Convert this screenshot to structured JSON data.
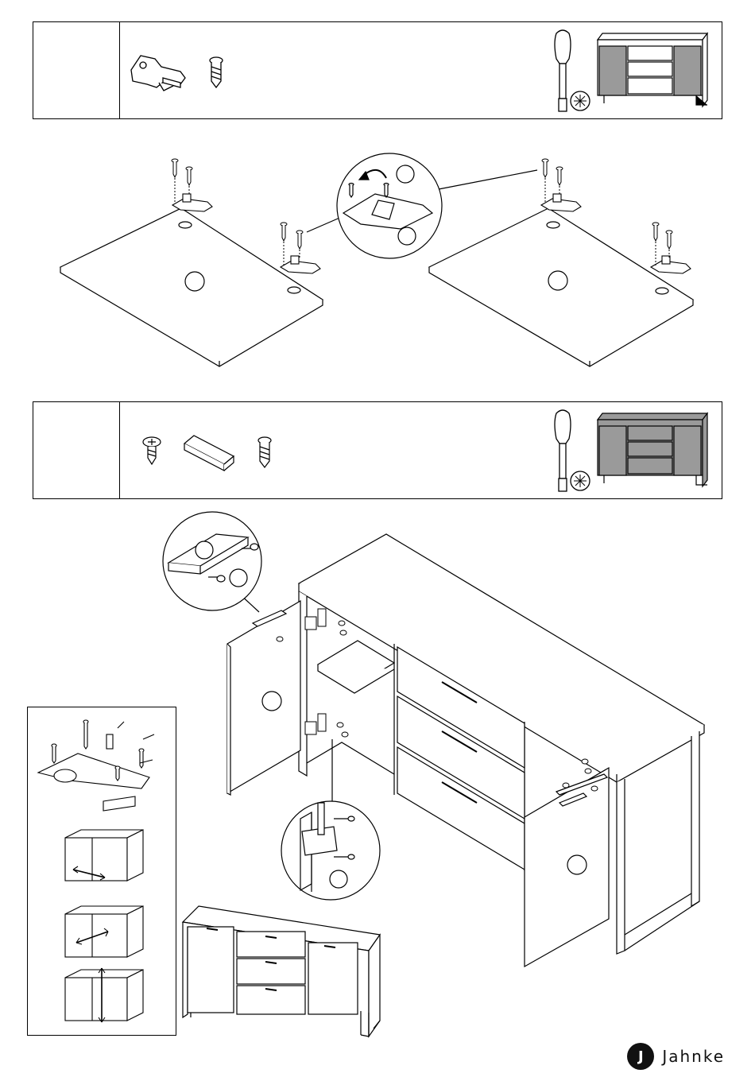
{
  "brand": {
    "logo_letter": "J",
    "name": "Jahnke"
  },
  "colors": {
    "line": "#000000",
    "panel_fill": "#ffffff",
    "door_fill": "#9a9a9a",
    "logo_bg": "#111111"
  },
  "step1": {
    "step_number": "",
    "parts": [
      "hinge-icon",
      "wood-screw-icon"
    ],
    "tool": "screwdriver-icon",
    "preview": "sideboard-preview-doors-shaded"
  },
  "step2": {
    "step_number": "",
    "parts": [
      "pan-head-screw-icon",
      "rail-bracket-icon",
      "wood-screw-icon"
    ],
    "tool": "screwdriver-icon",
    "preview": "sideboard-preview-body-shaded"
  }
}
